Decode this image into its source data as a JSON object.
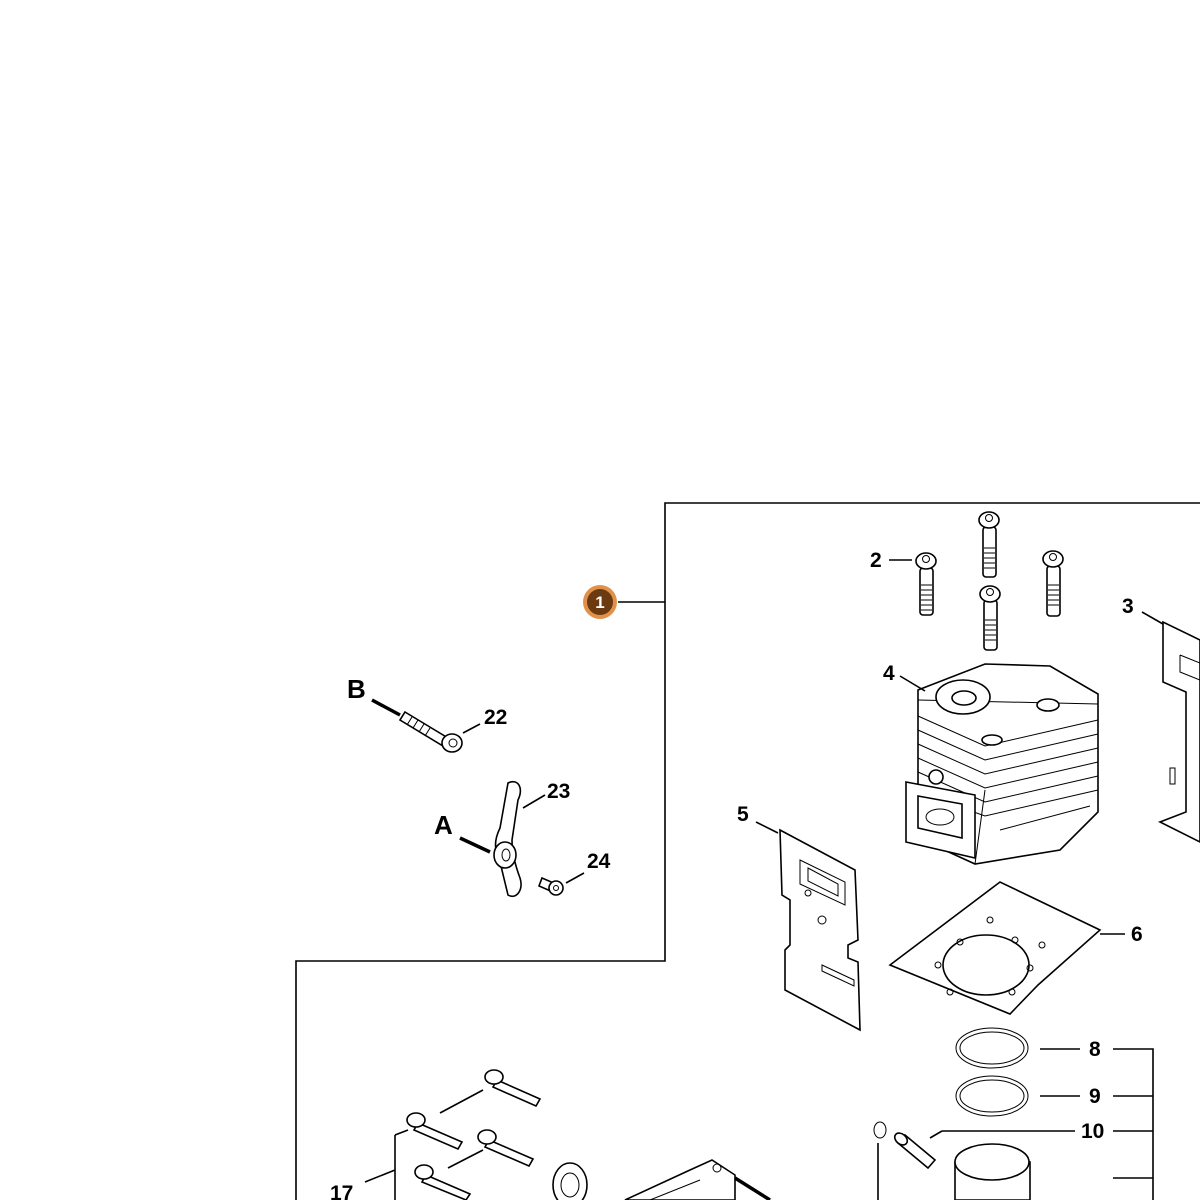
{
  "badge": {
    "label": "1",
    "fill": "#6b3a10",
    "ring": "#e0924a"
  },
  "letters": {
    "a": "A",
    "b": "B"
  },
  "callouts": {
    "c2": "2",
    "c3": "3",
    "c4": "4",
    "c5": "5",
    "c6": "6",
    "c8": "8",
    "c9": "9",
    "c10": "10",
    "c17": "17",
    "c22": "22",
    "c23": "23",
    "c24": "24"
  }
}
